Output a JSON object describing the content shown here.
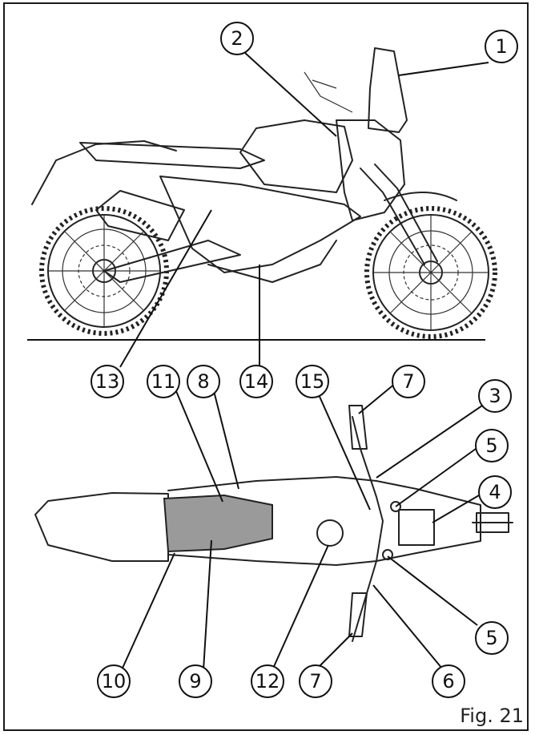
{
  "figure_label": "Fig. 21",
  "callouts": [
    {
      "id": "c1",
      "label": "1"
    },
    {
      "id": "c2",
      "label": "2"
    },
    {
      "id": "c13",
      "label": "13"
    },
    {
      "id": "c14",
      "label": "14"
    },
    {
      "id": "c11",
      "label": "11"
    },
    {
      "id": "c8",
      "label": "8"
    },
    {
      "id": "c15",
      "label": "15"
    },
    {
      "id": "c7a",
      "label": "7"
    },
    {
      "id": "c3",
      "label": "3"
    },
    {
      "id": "c5a",
      "label": "5"
    },
    {
      "id": "c4",
      "label": "4"
    },
    {
      "id": "c5b",
      "label": "5"
    },
    {
      "id": "c10",
      "label": "10"
    },
    {
      "id": "c9",
      "label": "9"
    },
    {
      "id": "c12",
      "label": "12"
    },
    {
      "id": "c7b",
      "label": "7"
    },
    {
      "id": "c6",
      "label": "6"
    }
  ],
  "colors": {
    "line": "#111111",
    "seat_fill": "#9a9a9a",
    "background": "#ffffff"
  }
}
